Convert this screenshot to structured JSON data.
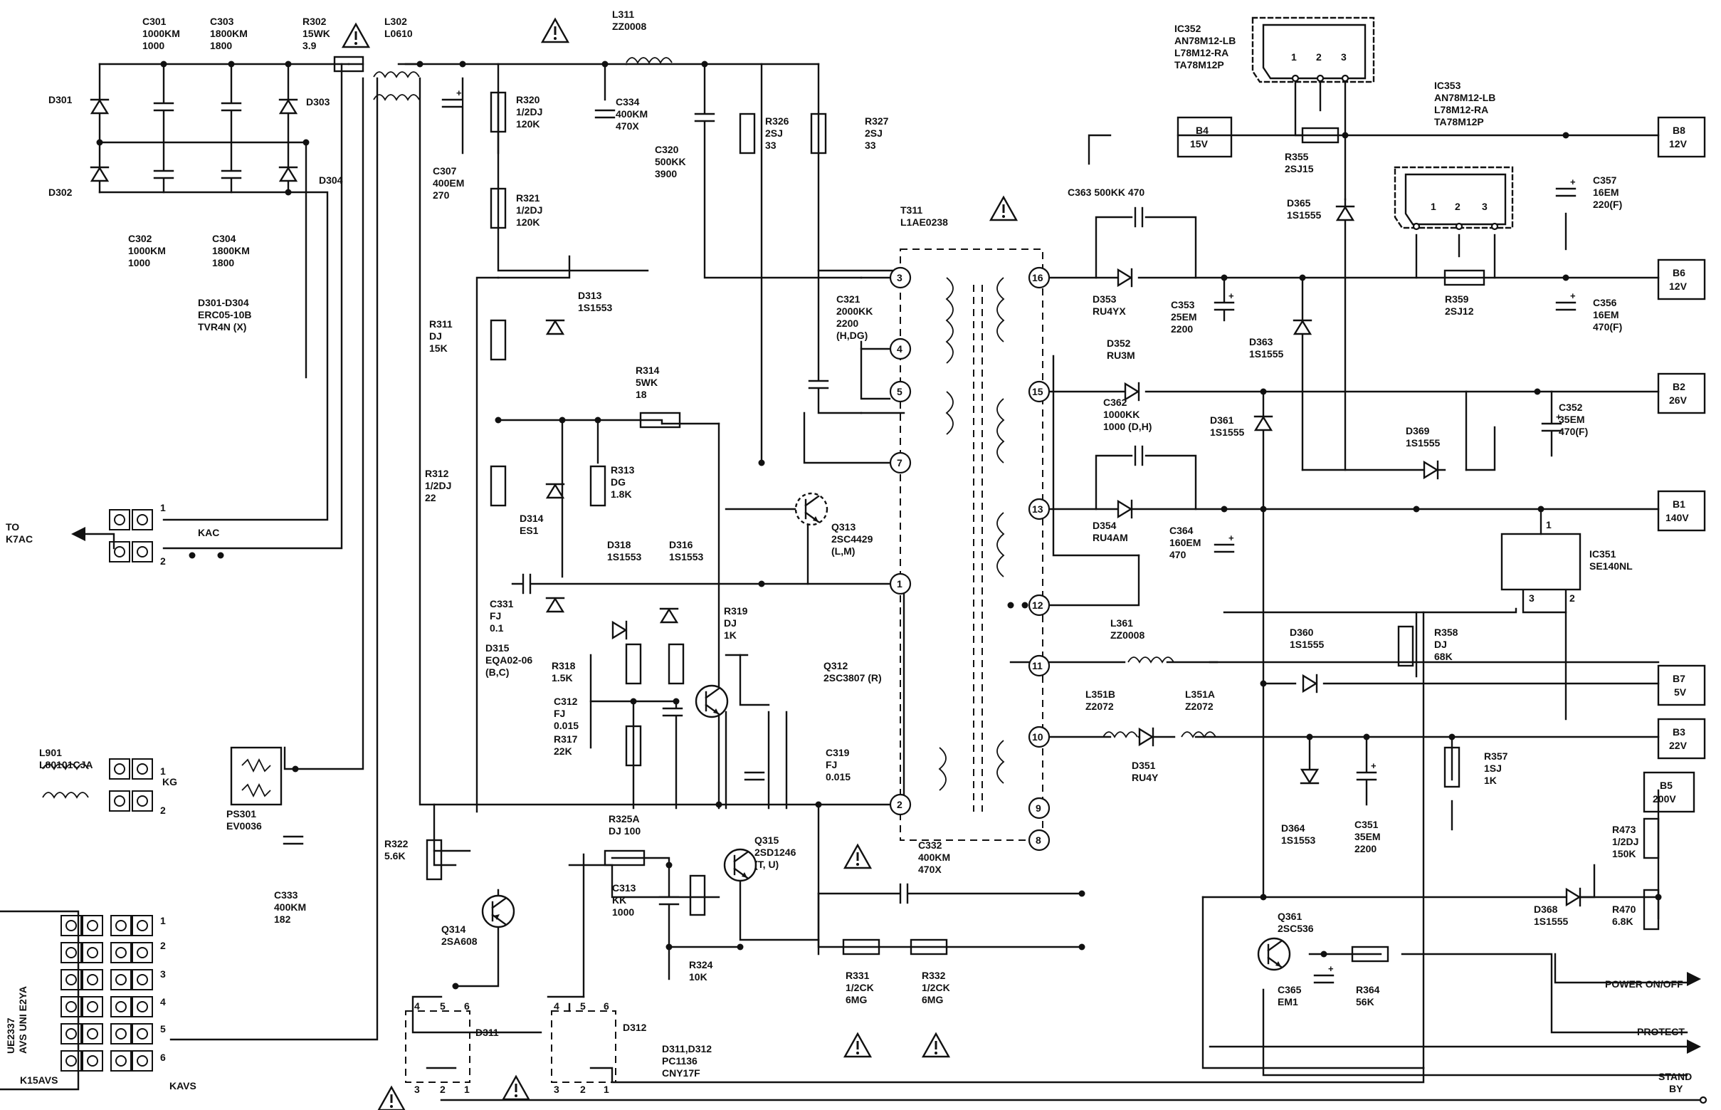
{
  "title": "",
  "components": {
    "c301": [
      "C301",
      "1000KM",
      "1000"
    ],
    "c303": [
      "C303",
      "1800KM",
      "1800"
    ],
    "r302": [
      "R302",
      "15WK",
      "3.9"
    ],
    "l302": [
      "L302",
      "L0610"
    ],
    "l311": [
      "L311",
      "ZZ0008"
    ],
    "ic352": [
      "IC352",
      "AN78M12-LB",
      "L78M12-RA",
      "TA78M12P"
    ],
    "ic353": [
      "IC353",
      "AN78M12-LB",
      "L78M12-RA",
      "TA78M12P"
    ],
    "d301": "D301",
    "d302": "D302",
    "d303": "D303",
    "d304": "D304",
    "c302": [
      "C302",
      "1000KM",
      "1000"
    ],
    "c304": [
      "C304",
      "1800KM",
      "1800"
    ],
    "d301_304": [
      "D301-D304",
      "ERC05-10B",
      "TVR4N (X)"
    ],
    "r320": [
      "R320",
      "1/2DJ",
      "120K"
    ],
    "r321": [
      "R321",
      "1/2DJ",
      "120K"
    ],
    "c307": [
      "C307",
      "400EM",
      "270"
    ],
    "c334": [
      "C334",
      "400KM",
      "470X"
    ],
    "c320": [
      "C320",
      "500KK",
      "3900"
    ],
    "r326": [
      "R326",
      "2SJ",
      "33"
    ],
    "r327": [
      "R327",
      "2SJ",
      "33"
    ],
    "b4": [
      "B4",
      "15V"
    ],
    "r355": [
      "R355",
      "2SJ15"
    ],
    "b8": [
      "B8",
      "12V"
    ],
    "c357": [
      "C357",
      "16EM",
      "220(F)"
    ],
    "d365": [
      "D365",
      "1S1555"
    ],
    "t311": [
      "T311",
      "L1AE0238"
    ],
    "c363": "C363  500KK  470",
    "r311": [
      "R311",
      "DJ",
      "15K"
    ],
    "d313": [
      "D313",
      "1S1553"
    ],
    "c321": [
      "C321",
      "2000KK",
      "2200",
      "(H,DG)"
    ],
    "d353": [
      "D353",
      "RU4YX"
    ],
    "c353": [
      "C353",
      "25EM",
      "2200"
    ],
    "d363": [
      "D363",
      "1S1555"
    ],
    "r359": [
      "R359",
      "2SJ12"
    ],
    "b6": [
      "B6",
      "12V"
    ],
    "c356": [
      "C356",
      "16EM",
      "470(F)"
    ],
    "d352": [
      "D352",
      "RU3M"
    ],
    "b2": [
      "B2",
      "26V"
    ],
    "c352": [
      "C352",
      "35EM",
      "470(F)"
    ],
    "r314": [
      "R314",
      "5WK",
      "18"
    ],
    "c362": [
      "C362",
      "1000KK",
      "1000  (D,H)"
    ],
    "d361": [
      "D361",
      "1S1555"
    ],
    "d369": [
      "D369",
      "1S1555"
    ],
    "r312": [
      "R312",
      "1/2DJ",
      "22"
    ],
    "r313": [
      "R313",
      "DG",
      "1.8K"
    ],
    "d314": [
      "D314",
      "ES1"
    ],
    "d318": [
      "D318",
      "1S1553"
    ],
    "d316": [
      "D316",
      "1S1553"
    ],
    "q313": [
      "Q313",
      "2SC4429",
      "(L,M)"
    ],
    "d354": [
      "D354",
      "RU4AM"
    ],
    "c364": [
      "C364",
      "160EM",
      "470"
    ],
    "b1": [
      "B1",
      "140V"
    ],
    "ic351": [
      "IC351",
      "SE140NL"
    ],
    "to_k7ac": [
      "TO",
      "K7AC"
    ],
    "kac": "KAC",
    "c331": [
      "C331",
      "FJ",
      "0.1"
    ],
    "d315": [
      "D315",
      "EQA02-06",
      "(B,C)"
    ],
    "r319": [
      "R319",
      "DJ",
      "1K"
    ],
    "r318": [
      "R318",
      "1.5K"
    ],
    "l361": [
      "L361",
      "ZZ0008"
    ],
    "d360": [
      "D360",
      "1S1555"
    ],
    "r358": [
      "R358",
      "DJ",
      "68K"
    ],
    "q312": [
      "Q312",
      "2SC3807 (R)"
    ],
    "c312": [
      "C312",
      "FJ",
      "0.015"
    ],
    "r317": [
      "R317",
      "22K"
    ],
    "b7": [
      "B7",
      "5V"
    ],
    "l901": [
      "L901",
      "L80101CJA"
    ],
    "l351b": [
      "L351B",
      "Z2072"
    ],
    "l351a": [
      "L351A",
      "Z2072"
    ],
    "c319": [
      "C319",
      "FJ",
      "0.015"
    ],
    "b3": [
      "B3",
      "22V"
    ],
    "r357": [
      "R357",
      "1SJ",
      "1K"
    ],
    "kg": "KG",
    "ps301": [
      "PS301",
      "EV0036"
    ],
    "d351": [
      "D351",
      "RU4Y"
    ],
    "b5": [
      "B5",
      "200V"
    ],
    "r325a": [
      "R325A",
      "DJ  100"
    ],
    "q315": [
      "Q315",
      "2SD1246",
      "(T, U)"
    ],
    "d364": [
      "D364",
      "1S1553"
    ],
    "c351": [
      "C351",
      "35EM",
      "2200"
    ],
    "r473": [
      "R473",
      "1/2DJ",
      "150K"
    ],
    "r322": [
      "R322",
      "5.6K"
    ],
    "c332": [
      "C332",
      "400KM",
      "470X"
    ],
    "c333": [
      "C333",
      "400KM",
      "182"
    ],
    "c313": [
      "C313",
      "KK",
      "1000"
    ],
    "d368": [
      "D368",
      "1S1555"
    ],
    "r470": [
      "R470",
      "6.8K"
    ],
    "q314": [
      "Q314",
      "2SA608"
    ],
    "q361": [
      "Q361",
      "2SC536"
    ],
    "r324": [
      "R324",
      "10K"
    ],
    "r331": [
      "R331",
      "1/2CK",
      "6MG"
    ],
    "r332": [
      "R332",
      "1/2CK",
      "6MG"
    ],
    "c365": [
      "C365",
      "EM1"
    ],
    "r364": [
      "R364",
      "56K"
    ],
    "d311_312": [
      "D311,D312",
      "PC1136",
      "CNY17F"
    ],
    "d311": "D311",
    "d312": "D312",
    "kavs": "KAVS",
    "ue2337": [
      "UE2337",
      "AVS  UNI  E2YA"
    ],
    "k15avs": "K15AVS"
  },
  "outputs": {
    "power": "POWER ON/OFF",
    "protect": "PROTECT",
    "standby": [
      "STAND",
      "BY"
    ]
  },
  "transformer_pins": [
    "3",
    "4",
    "5",
    "7",
    "1",
    "2",
    "16",
    "15",
    "13",
    "12",
    "11",
    "10",
    "9",
    "8"
  ],
  "connector_pins": [
    "1",
    "2",
    "3",
    "4",
    "5",
    "6"
  ],
  "reg_pins": [
    "1",
    "2",
    "3"
  ]
}
